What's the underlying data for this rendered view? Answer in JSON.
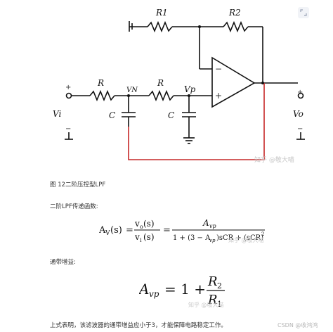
{
  "circuit": {
    "labels": {
      "r1": "R1",
      "r2": "R2",
      "r_in": "R",
      "r_mid": "R",
      "vn": "VN",
      "vp": "Vp",
      "c1": "C",
      "c2": "C",
      "vi": "Vi",
      "vo": "Vo",
      "plus_in": "+",
      "minus_in": "−",
      "plus_out": "+",
      "minus_out": "−",
      "op_minus": "−",
      "op_plus": "+"
    },
    "colors": {
      "wire": "#111111",
      "feedback": "#c62828"
    }
  },
  "caption": "图 12二阶压控型LPF",
  "tf_heading": "二阶LPF传递函数:",
  "tf_formula": {
    "lhs": "A",
    "lhs_sub": "V",
    "lhs_arg": "(s)",
    "eq1": "=",
    "num": "v",
    "num_sub": "o",
    "num_arg": "(s)",
    "den": "v",
    "den_sub": "i",
    "den_arg": "(s)",
    "eq2": "=",
    "frac_num": "A",
    "frac_num_sub": "vp",
    "frac_den": "1 + (3 − A",
    "frac_den_sub": "vp",
    "frac_den_tail": ")sCR + (sCR)",
    "frac_den_pow": "2"
  },
  "gain_heading": "通带增益:",
  "gain_formula": {
    "lhs": "A",
    "lhs_sub": "vp",
    "rhs_one": "= 1 +",
    "num": "R",
    "num_sub": "2",
    "den": "R",
    "den_sub": "1"
  },
  "conclusion": "上式表明，该滤波器的通带增益应小于3，才能保障电路稳定工作。",
  "watermarks": {
    "zhihu": "知乎 @敬大喵",
    "small1": "知乎 @敬大喵",
    "small2": "知乎 @敬大喵"
  },
  "csdn": "CSDN @收鸿鸿",
  "corner_icon": "expand-icon"
}
